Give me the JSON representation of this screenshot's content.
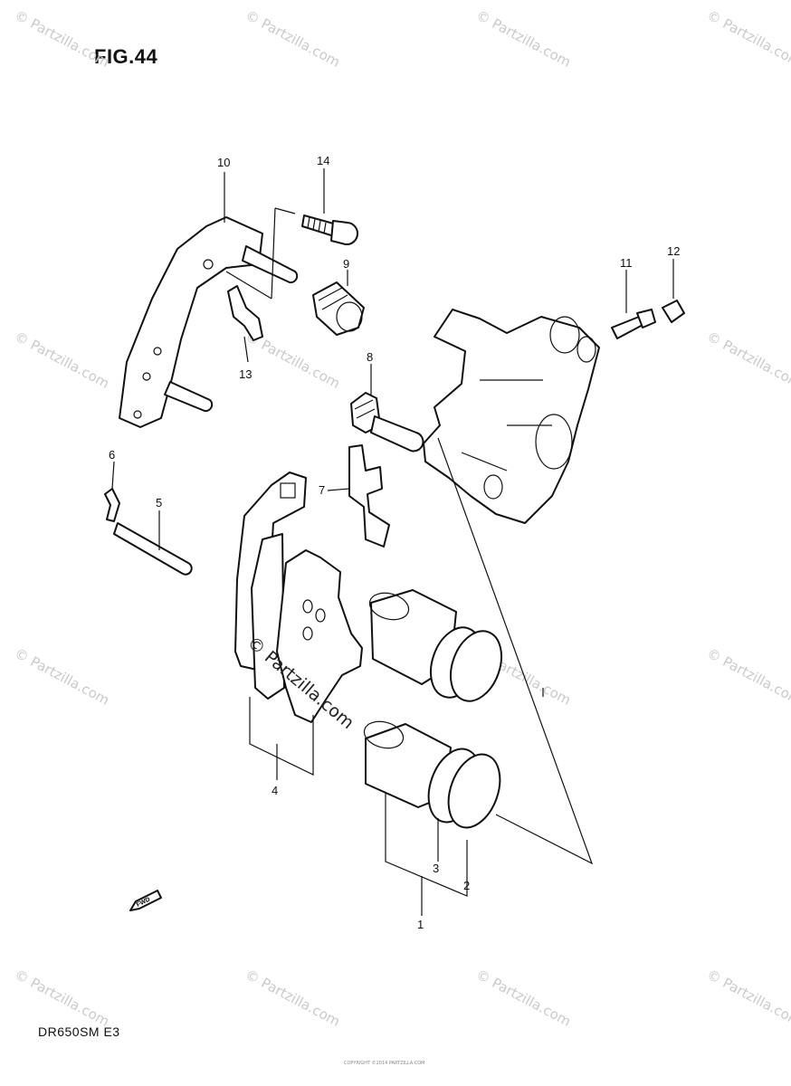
{
  "figure_title": "FIG.44",
  "model_code": "DR650SM  E3",
  "watermark_text": "© Partzilla.com",
  "fine_print": "COPYRIGHT ©2014 PARTZILLA.COM",
  "fwd_label": "FWD",
  "callouts": [
    "1",
    "2",
    "3",
    "4",
    "5",
    "6",
    "7",
    "8",
    "9",
    "10",
    "11",
    "12",
    "13",
    "14"
  ],
  "colors": {
    "line": "#111111",
    "watermark": "#c9c9c9",
    "background": "#ffffff"
  }
}
